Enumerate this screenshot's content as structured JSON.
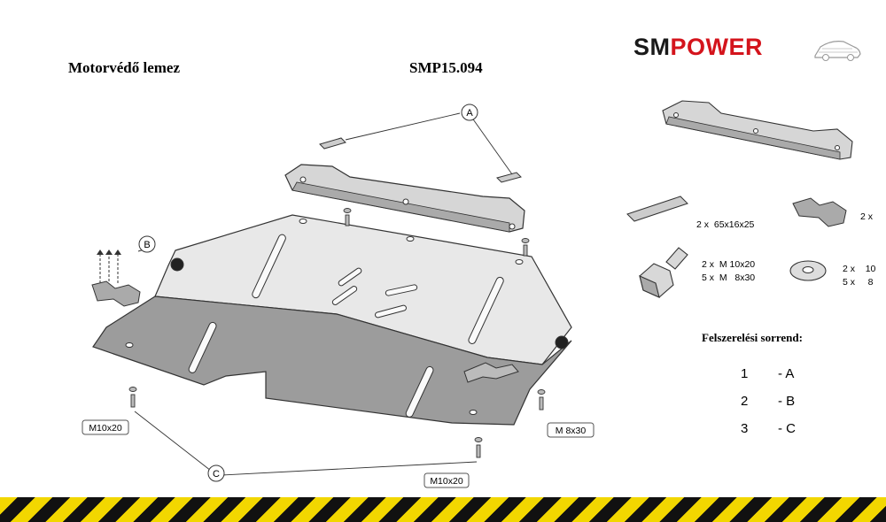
{
  "header": {
    "title": "Motorvédő lemez",
    "code": "SMP15.094",
    "logo_sm": "SM",
    "logo_power": "POWER",
    "logo_colors": {
      "sm": "#1a1a1a",
      "power": "#d4141c"
    }
  },
  "diagram": {
    "callouts": {
      "a": "A",
      "b": "B",
      "c": "C"
    },
    "bolt_labels": {
      "left": "M10x20",
      "bottom": "M10x20",
      "right": "M 8x30"
    }
  },
  "parts": {
    "plate_qty": "2 x",
    "plate_size": "65x16x25",
    "bracket_qty": "2 x",
    "bolts": [
      {
        "qty": "2 x",
        "spec": "M 10x20"
      },
      {
        "qty": "5 x",
        "spec": "M   8x30"
      }
    ],
    "washers": [
      {
        "qty": "2 x",
        "spec": "10"
      },
      {
        "qty": "5 x",
        "spec": "8"
      }
    ]
  },
  "order": {
    "title": "Felszerelési sorrend:",
    "rows": [
      {
        "num": "1",
        "letter": "- A"
      },
      {
        "num": "2",
        "letter": "- B"
      },
      {
        "num": "3",
        "letter": "- C"
      }
    ]
  },
  "colors": {
    "stripe_yellow": "#f2d700",
    "stripe_black": "#111111",
    "plate_light": "#e6e6e6",
    "plate_dark": "#9a9a9a"
  }
}
